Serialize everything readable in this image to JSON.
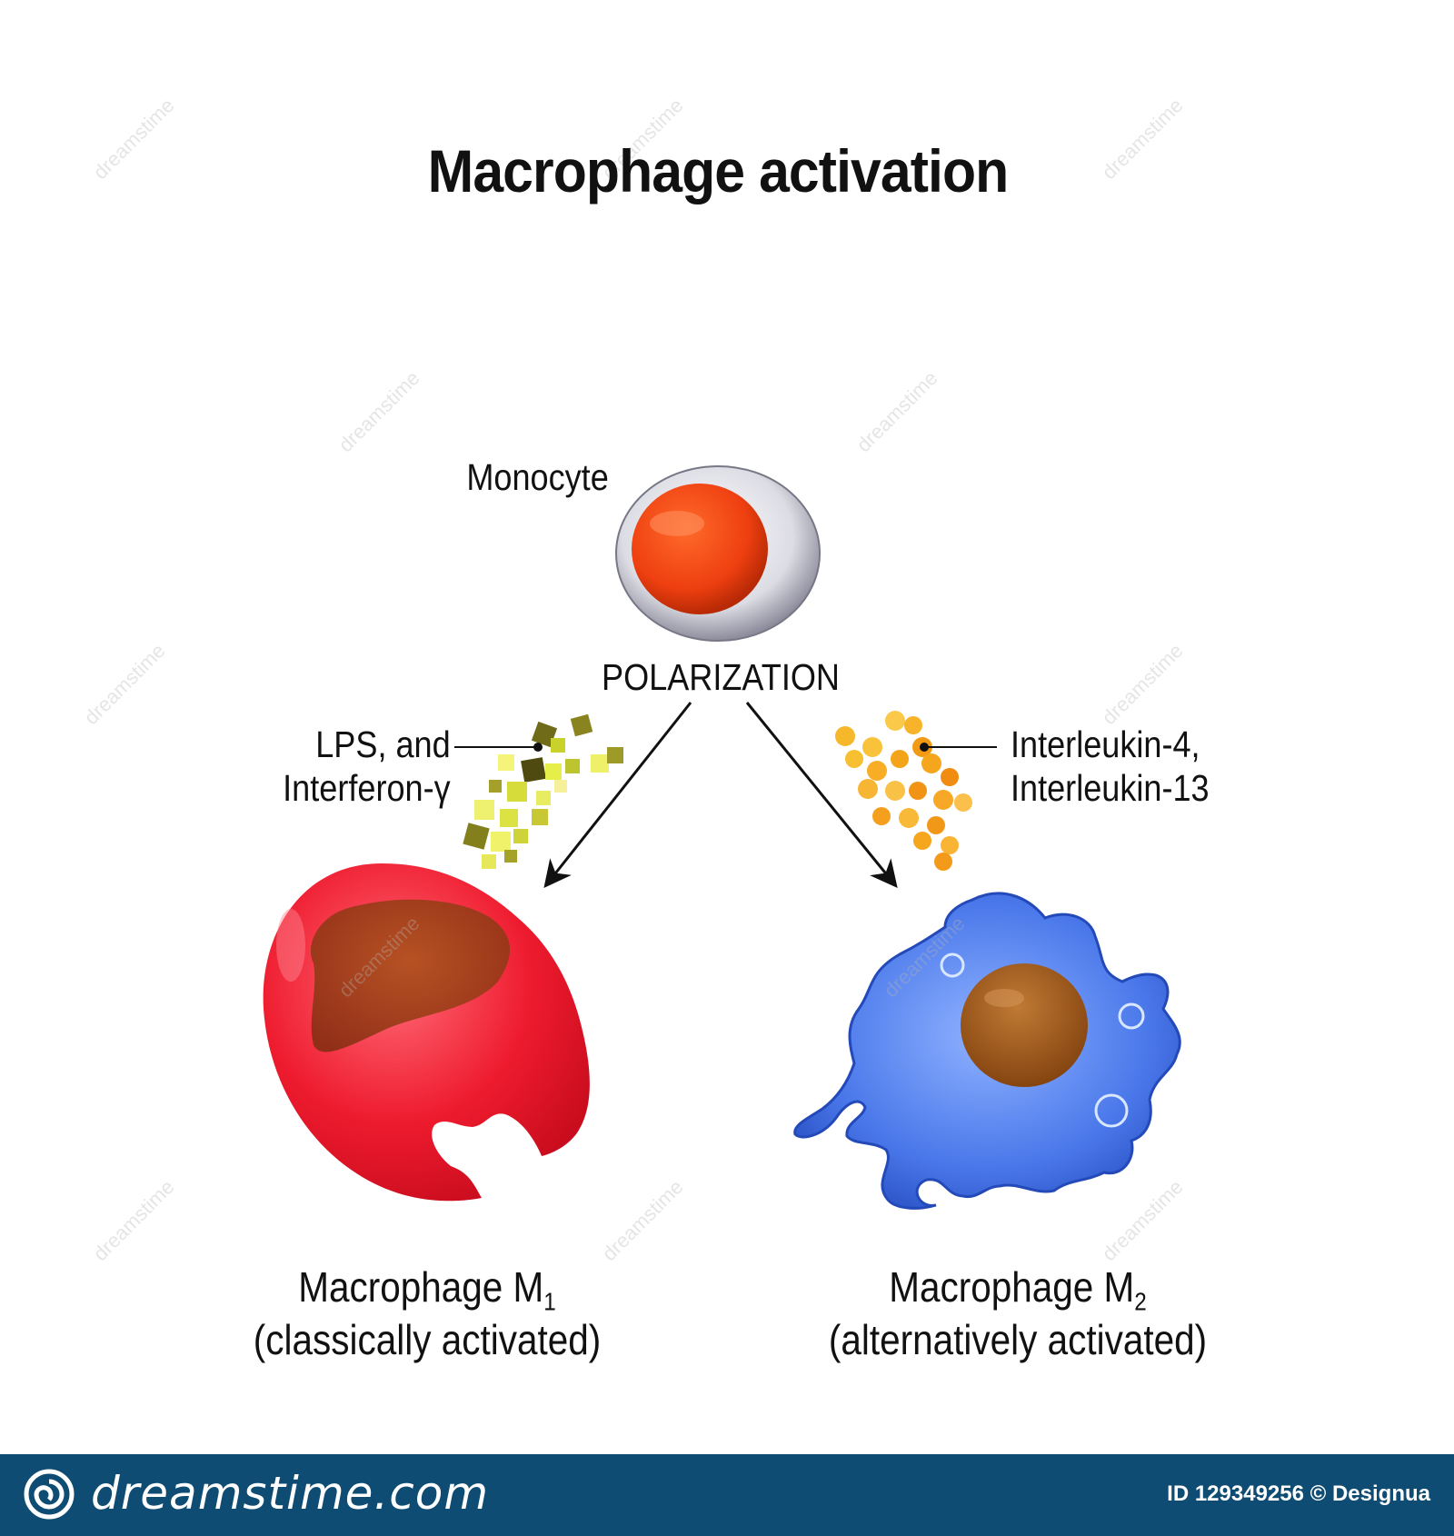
{
  "title": "Macrophage activation",
  "labels": {
    "monocyte": "Monocyte",
    "polarization": "POLARIZATION",
    "m1_stimulus_line1": "LPS, and",
    "m1_stimulus_line2": "Interferon-γ",
    "m2_stimulus_line1": "Interleukin-4,",
    "m2_stimulus_line2": "Interleukin-13",
    "m1_name": "Macrophage M",
    "m1_sub": "1",
    "m1_desc": "(classically activated)",
    "m2_name": "Macrophage M",
    "m2_sub": "2",
    "m2_desc": "(alternatively activated)"
  },
  "footer": {
    "brand": "dreamstime.com",
    "id_text": "ID 129349256 © Designua"
  },
  "watermark": "dreamstime",
  "colors": {
    "m1_cell": "#e8152b",
    "m1_nucleus": "#a3421c",
    "m2_cell": "#3f6fe0",
    "m2_nucleus": "#9b5a1a",
    "monocyte_nucleus": "#ee4a12",
    "lps_particles": "#d8e23a",
    "il_particles": "#f3a516",
    "footer_bg": "#0f4c73"
  }
}
